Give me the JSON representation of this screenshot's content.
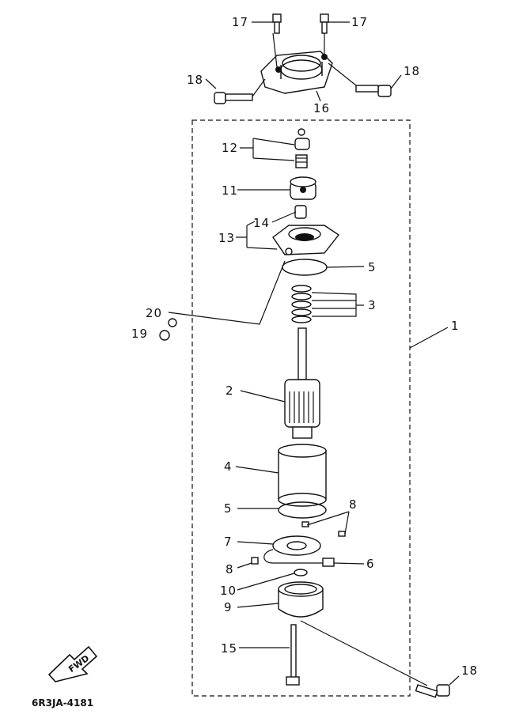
{
  "diagram": {
    "drawing_code": "6R3JA-4181",
    "fwd_label": "FWD",
    "callouts": [
      {
        "id": "c17a",
        "text": "17"
      },
      {
        "id": "c17b",
        "text": "17"
      },
      {
        "id": "c18a",
        "text": "18"
      },
      {
        "id": "c18b",
        "text": "18"
      },
      {
        "id": "c16",
        "text": "16"
      },
      {
        "id": "c12",
        "text": "12"
      },
      {
        "id": "c11",
        "text": "11"
      },
      {
        "id": "c14",
        "text": "14"
      },
      {
        "id": "c13",
        "text": "13"
      },
      {
        "id": "c5a",
        "text": "5"
      },
      {
        "id": "c3",
        "text": "3"
      },
      {
        "id": "c20",
        "text": "20"
      },
      {
        "id": "c19",
        "text": "19"
      },
      {
        "id": "c1",
        "text": "1"
      },
      {
        "id": "c2",
        "text": "2"
      },
      {
        "id": "c4",
        "text": "4"
      },
      {
        "id": "c5b",
        "text": "5"
      },
      {
        "id": "c8a",
        "text": "8"
      },
      {
        "id": "c7",
        "text": "7"
      },
      {
        "id": "c8b",
        "text": "8"
      },
      {
        "id": "c6",
        "text": "6"
      },
      {
        "id": "c10",
        "text": "10"
      },
      {
        "id": "c9",
        "text": "9"
      },
      {
        "id": "c15",
        "text": "15"
      },
      {
        "id": "c18c",
        "text": "18"
      }
    ]
  }
}
